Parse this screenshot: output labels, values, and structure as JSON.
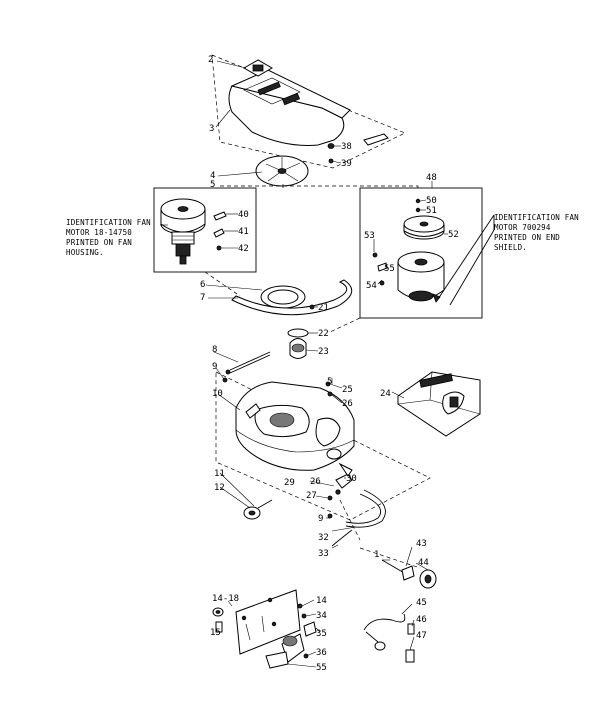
{
  "notes": {
    "left_line1": "IDENTIFICATION FAN",
    "left_line2": "MOTOR 18-14750",
    "left_line3": "PRINTED ON FAN",
    "left_line4": "HOUSING.",
    "right_line1": "IDENTIFICATION FAN",
    "right_line2": "MOTOR 700294",
    "right_line3": "PRINTED ON END",
    "right_line4": "SHIELD."
  },
  "labels": {
    "p1": "1",
    "p2": "2",
    "p3": "3",
    "p4": "4",
    "p5": "5",
    "p5b": "5",
    "p6": "6",
    "p7": "7",
    "p8": "8",
    "p9": "9",
    "p9b": "9",
    "p10": "10",
    "p11": "11",
    "p12": "12",
    "p14": "14",
    "p14_18": "14-18",
    "p15": "15",
    "p21": "21",
    "p22": "22",
    "p23": "23",
    "p24": "24",
    "p25": "25",
    "p26": "26",
    "p26b": "26",
    "p27": "27",
    "p29": "29",
    "p30": "30",
    "p32": "32",
    "p33": "33",
    "p34": "34",
    "p35": "35",
    "p36": "36",
    "p38": "38",
    "p39": "39",
    "p40": "40",
    "p41": "41",
    "p42": "42",
    "p43": "43",
    "p44": "44",
    "p45": "45",
    "p46": "46",
    "p47": "47",
    "p48": "48",
    "p50": "50",
    "p51": "51",
    "p52": "52",
    "p53": "53",
    "p54": "54",
    "p55": "55"
  }
}
